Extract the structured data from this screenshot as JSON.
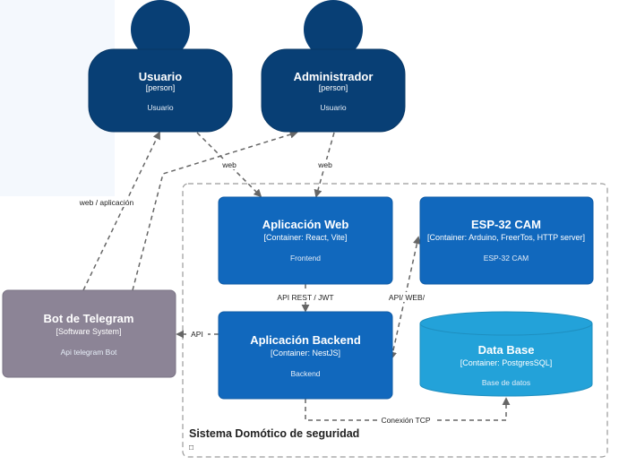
{
  "boundary": {
    "title": "Sistema Domótico de seguridad",
    "icon": "□"
  },
  "persons": {
    "usuario": {
      "title": "Usuario",
      "type": "[person]",
      "desc": "Usuario",
      "color": "#083f75"
    },
    "admin": {
      "title": "Administrador",
      "type": "[person]",
      "desc": "Usuario",
      "color": "#083f75"
    }
  },
  "bot": {
    "title": "Bot de Telegram",
    "type": "[Software System]",
    "desc": "Api telegram Bot",
    "color": "#8c8496"
  },
  "containers": {
    "web": {
      "title": "Aplicación Web",
      "type": "[Container: React, Vite]",
      "desc": "Frontend",
      "color": "#1168bd"
    },
    "esp": {
      "title": "ESP-32 CAM",
      "type": "[Container: Arduino, FreerTos, HTTP server]",
      "desc": "ESP-32 CAM",
      "color": "#1168bd"
    },
    "backend": {
      "title": "Aplicación Backend",
      "type": "[Container: NestJS]",
      "desc": "Backend",
      "color": "#1168bd"
    },
    "db": {
      "title": "Data Base",
      "type": "[Container: PostgresSQL]",
      "desc": "Base de datos",
      "color": "#23a2d9"
    }
  },
  "relations": {
    "usuario_web": "web",
    "admin_web": "web",
    "bot_users": "web / aplicación",
    "web_backend": "API REST / JWT",
    "backend_esp": "API/ WEB/",
    "backend_bot": "API",
    "backend_db": "Conexión TCP"
  }
}
